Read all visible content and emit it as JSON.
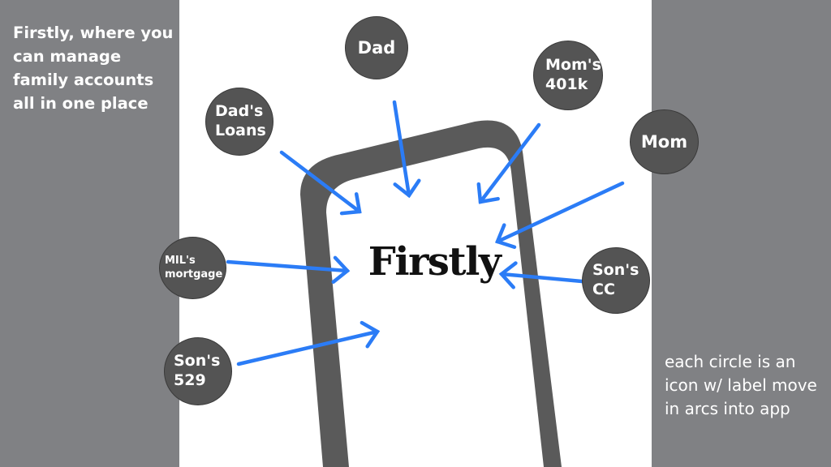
{
  "intro": "Firstly, where you can manage family accounts all in one place",
  "note": "each circle is an icon w/ label move in arcs into app",
  "brand": "Firstly",
  "nodes": {
    "dad": "Dad",
    "moms_401k": "Mom's\n401k",
    "dads_loans": "Dad's\nLoans",
    "mom": "Mom",
    "mils_mortgage": "MIL's\nmortgage",
    "sons_cc": "Son's\nCC",
    "sons_529": "Son's\n529"
  },
  "colors": {
    "side_panel": "#808184",
    "circle": "#545454",
    "phone_frame": "#5a5a5a",
    "arrow": "#2b7cf6",
    "text_light": "#ffffff",
    "brand_text": "#111111"
  }
}
